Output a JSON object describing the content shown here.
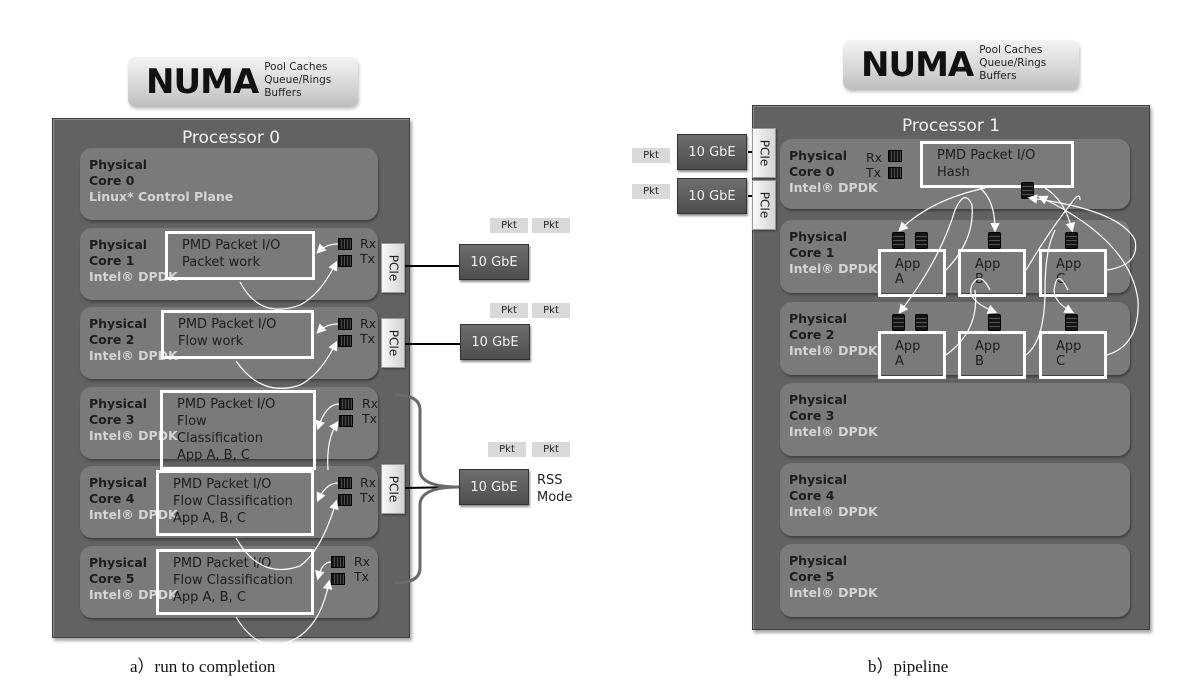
{
  "left": {
    "numa": {
      "big": "NUMA",
      "lines": [
        "Pool Caches",
        "Queue/Rings",
        "Buffers"
      ]
    },
    "processor_title": "Processor 0",
    "cores": [
      {
        "line1": "Physical",
        "line2": "Core 0",
        "sub": "Linux* Control Plane"
      },
      {
        "line1": "Physical",
        "line2": "Core 1",
        "sub": "Intel® DPDK",
        "pmd": [
          "PMD Packet I/O",
          "Packet work"
        ]
      },
      {
        "line1": "Physical",
        "line2": "Core 2",
        "sub": "Intel® DPDK",
        "pmd": [
          "PMD Packet I/O",
          "Flow work"
        ]
      },
      {
        "line1": "Physical",
        "line2": "Core 3",
        "sub": "Intel® DPDK",
        "pmd": [
          "PMD Packet I/O",
          "Flow",
          "Classification",
          "App A, B, C"
        ]
      },
      {
        "line1": "Physical",
        "line2": "Core 4",
        "sub": "Intel® DPDK",
        "pmd": [
          "PMD Packet I/O",
          "Flow Classification",
          "App A, B, C"
        ]
      },
      {
        "line1": "Physical",
        "line2": "Core 5",
        "sub": "Intel® DPDK",
        "pmd": [
          "PMD Packet I/O",
          "Flow Classification",
          "App A, B, C"
        ]
      }
    ],
    "rx": "Rx",
    "tx": "Tx",
    "pcie": "PCIe",
    "nic": "10 GbE",
    "pkt": "Pkt",
    "rss": [
      "RSS",
      "Mode"
    ],
    "caption": "a）run to completion"
  },
  "right": {
    "numa": {
      "big": "NUMA",
      "lines": [
        "Pool Caches",
        "Queue/Rings",
        "Buffers"
      ]
    },
    "processor_title": "Processor 1",
    "cores": [
      {
        "line1": "Physical",
        "line2": "Core 0",
        "sub": "Intel® DPDK",
        "pmd": [
          "PMD Packet I/O",
          "Hash"
        ]
      },
      {
        "line1": "Physical",
        "line2": "Core 1",
        "sub": "Intel® DPDK",
        "apps": [
          [
            "App",
            "A"
          ],
          [
            "App",
            "B"
          ],
          [
            "App",
            "C"
          ]
        ]
      },
      {
        "line1": "Physical",
        "line2": "Core 2",
        "sub": "Intel® DPDK",
        "apps": [
          [
            "App",
            "A"
          ],
          [
            "App",
            "B"
          ],
          [
            "App",
            "C"
          ]
        ]
      },
      {
        "line1": "Physical",
        "line2": "Core 3",
        "sub": "Intel® DPDK"
      },
      {
        "line1": "Physical",
        "line2": "Core 4",
        "sub": "Intel® DPDK"
      },
      {
        "line1": "Physical",
        "line2": "Core 5",
        "sub": "Intel® DPDK"
      }
    ],
    "rx": "Rx",
    "tx": "Tx",
    "pcie": "PCIe",
    "nic": "10 GbE",
    "pkt": "Pkt",
    "caption": "b）pipeline"
  }
}
